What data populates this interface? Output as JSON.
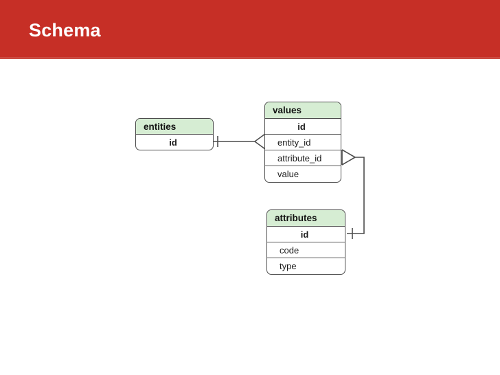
{
  "slide": {
    "title": "Schema",
    "title_bar_color": "#c62f26",
    "title_text_color": "#ffffff",
    "background_color": "#ffffff"
  },
  "diagram": {
    "type": "entity-relationship-diagram",
    "notation": "crows-foot",
    "header_fill": "#d6edd3",
    "border_color": "#4c4c4c",
    "line_color": "#4c4c4c",
    "tables": [
      {
        "name": "entities",
        "columns": [
          {
            "label": "id",
            "key": true
          }
        ]
      },
      {
        "name": "values",
        "columns": [
          {
            "label": "id",
            "key": true
          },
          {
            "label": "entity_id",
            "key": false
          },
          {
            "label": "attribute_id",
            "key": false
          },
          {
            "label": "value",
            "key": false
          }
        ]
      },
      {
        "name": "attributes",
        "columns": [
          {
            "label": "id",
            "key": true
          },
          {
            "label": "code",
            "key": false
          },
          {
            "label": "type",
            "key": false
          }
        ]
      }
    ],
    "relationships": [
      {
        "from_table": "entities",
        "from_column": "id",
        "from_cardinality": "one",
        "to_table": "values",
        "to_column": "entity_id",
        "to_cardinality": "many"
      },
      {
        "from_table": "attributes",
        "from_column": "id",
        "from_cardinality": "one",
        "to_table": "values",
        "to_column": "attribute_id",
        "to_cardinality": "many"
      }
    ]
  }
}
